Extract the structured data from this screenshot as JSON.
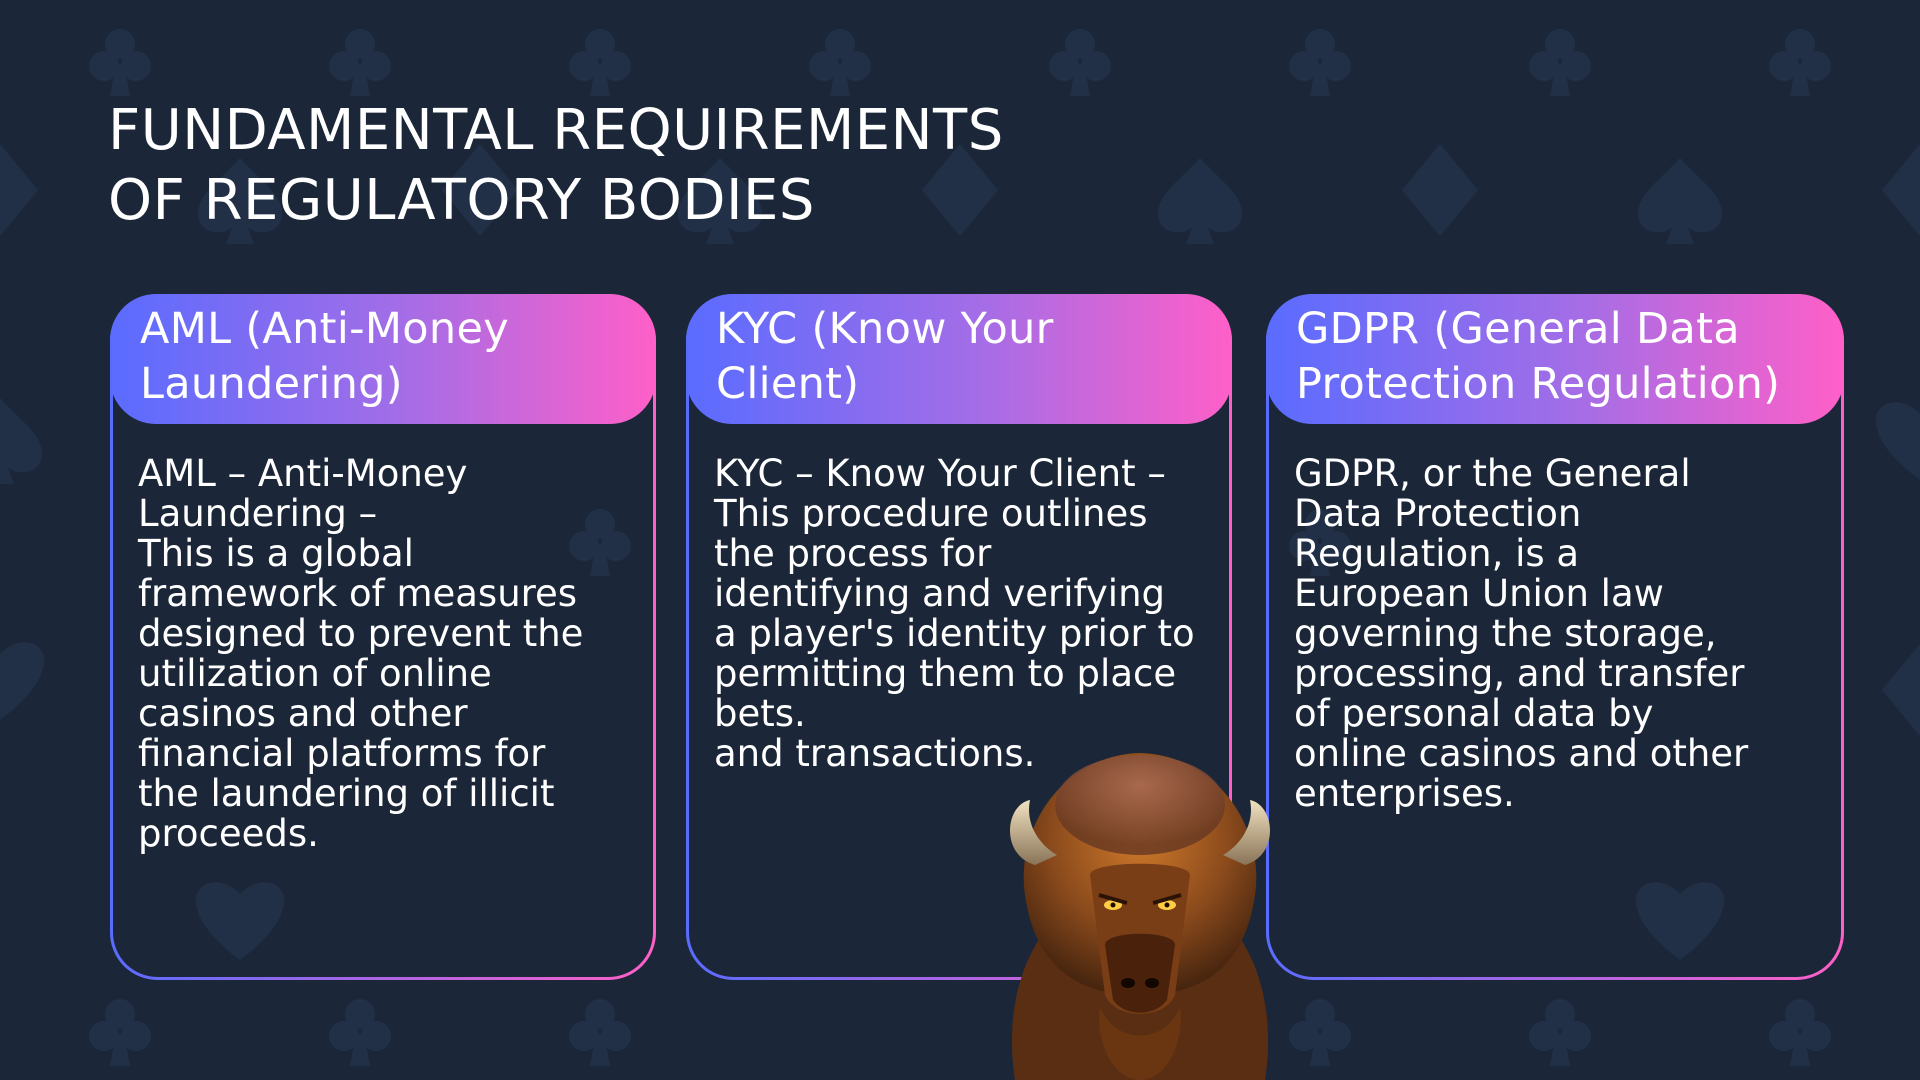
{
  "slide": {
    "title_lines": [
      "FUNDAMENTAL REQUIREMENTS",
      "OF REGULATORY BODIES"
    ],
    "background_color": "#1b2738",
    "accent_gradient": [
      "#5a6cff",
      "#ff5fc8"
    ]
  },
  "cards": [
    {
      "header": "AML (Anti-Money\nLaundering)",
      "body": "AML – Anti-Money\nLaundering –\nThis is a global\nframework of measures\ndesigned to prevent the\nutilization of online\ncasinos and other\nfinancial platforms for\nthe laundering of illicit\nproceeds."
    },
    {
      "header": "KYC (Know Your\nClient)",
      "body": "KYC – Know Your Client –\nThis procedure outlines\nthe process for\nidentifying and verifying\na player's identity prior to\npermitting them to place\nbets.\nand transactions."
    },
    {
      "header": "GDPR (General Data\nProtection Regulation)",
      "body": "GDPR, or the General\nData Protection\nRegulation, is a\nEuropean Union law\ngoverning the storage,\nprocessing, and transfer\nof personal data by\nonline casinos and other\nenterprises."
    }
  ],
  "illustration": {
    "icon": "bison-icon"
  }
}
